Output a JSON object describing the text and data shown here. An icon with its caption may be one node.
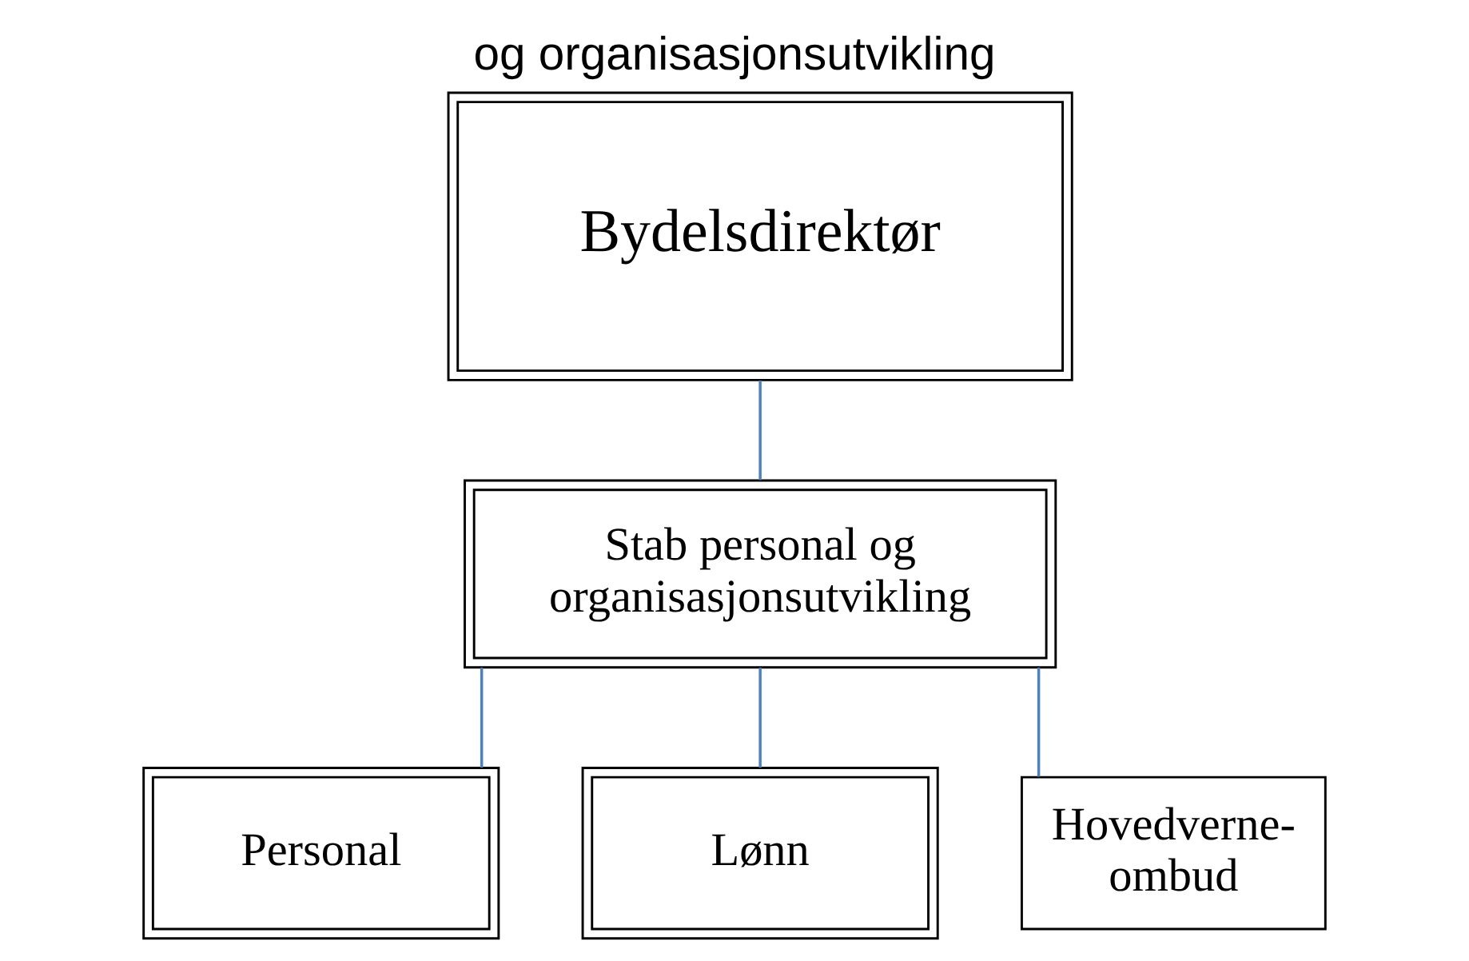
{
  "diagram": {
    "title": "og organisasjonsutvikling",
    "nodes": [
      {
        "text": [
          "Bydelsdirektør"
        ]
      },
      {
        "text": [
          "Stab personal og organisasjonsutvikling"
        ]
      },
      {
        "text": [
          "Personal"
        ]
      },
      {
        "text": [
          "Lønn"
        ]
      },
      {
        "text": [
          "Hovedverne- ombud"
        ]
      }
    ],
    "edges": [
      {
        "from": 0,
        "to": 1,
        "arrow": "none",
        "color": "#4f81bd"
      },
      {
        "from": 1,
        "to": 2,
        "arrow": "none",
        "color": "#4f81bd"
      },
      {
        "from": 1,
        "to": 3,
        "arrow": "none",
        "color": "#4f81bd"
      },
      {
        "from": 1,
        "to": 4,
        "arrow": "none",
        "color": "#4f81bd"
      }
    ]
  }
}
